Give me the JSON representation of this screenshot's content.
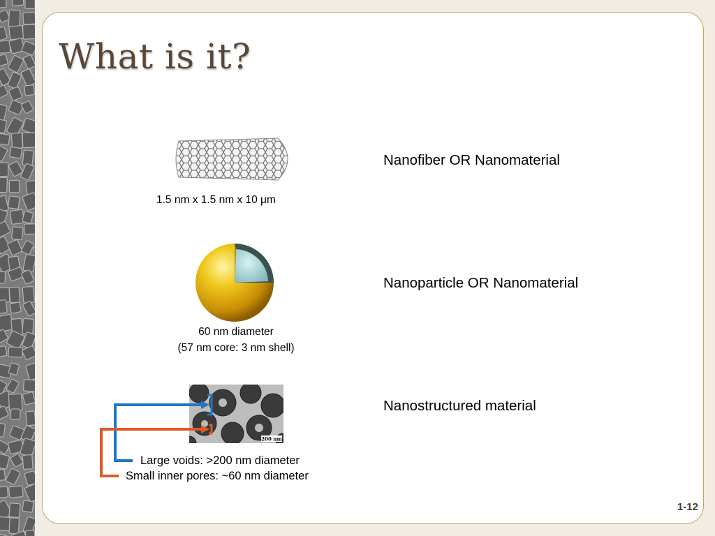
{
  "slide": {
    "title": "What is it?",
    "page_number": "1-12"
  },
  "items": [
    {
      "caption": "1.5 nm x 1.5 nm x 10 μm",
      "label": "Nanofiber OR Nanomaterial"
    },
    {
      "caption_line1": "60 nm diameter",
      "caption_line2": "(57 nm core: 3 nm shell)",
      "label": "Nanoparticle OR Nanomaterial"
    },
    {
      "label": "Nanostructured material",
      "scale_bar": "200 nm",
      "annotation_1": "Large voids: >200 nm diameter",
      "annotation_2": "Small inner pores: ~60 nm diameter"
    }
  ],
  "colors": {
    "arrow_large_voids": "#2177c3",
    "arrow_small_pores": "#de5a24",
    "border": "#c7a35c",
    "title": "#5a4636"
  },
  "icons": [
    "nanotube-image",
    "core-shell-sphere-image",
    "porous-micrograph-image"
  ]
}
